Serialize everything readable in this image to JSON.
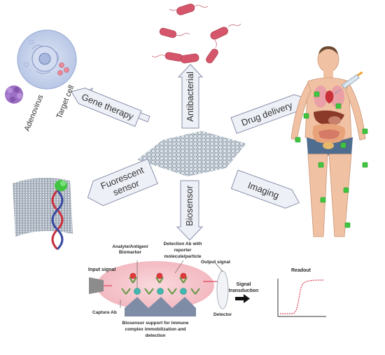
{
  "center": {
    "material": "graphene-sheet"
  },
  "applications": {
    "antibacterial": "Antibacterial",
    "gene_therapy": "Gene therapy",
    "drug_delivery": "Drug delivery",
    "fluorescent_sensor_line1": "Fuorescent",
    "fluorescent_sensor_line2": "sensor",
    "imaging": "Imaging",
    "biosensor": "Biosensor"
  },
  "gene_therapy_panel": {
    "adenovirus_label": "Adenovirus",
    "target_cell_label": "Target cell"
  },
  "biosensor_schematic": {
    "analyte_line1": "Analyte/Antigen/",
    "analyte_line2": "Biomarker",
    "detection_line1": "Detection Ab with",
    "detection_line2": "reporter",
    "detection_line3": "molecule/particle",
    "output_signal": "Output signal",
    "input_signal": "Input signal",
    "signal_transduction_line1": "Signal",
    "signal_transduction_line2": "transduction",
    "readout": "Readout",
    "capture_ab": "Capture Ab",
    "detector": "Detector",
    "support_line1": "Biosensor support for immune",
    "support_line2": "complex immobilization and",
    "support_line3": "detection"
  },
  "colors": {
    "arrow_fill": "#eef0f8",
    "arrow_stroke": "#8a90a8",
    "bacteria": "#d5566a",
    "cell": "#c7d3ec",
    "virus": "#9c6fc4",
    "skin": "#f0c2a3",
    "marker": "#3fc53f",
    "sheet": "#7a8a9a",
    "ellipse": "#f6c9cf",
    "readout_curve": "#d9455a"
  },
  "icons": [
    "graphene-sheet-icon",
    "bacteria-icon",
    "target-cell-icon",
    "adenovirus-icon",
    "human-body-icon",
    "syringe-icon",
    "dna-helix-icon",
    "fluorescent-probe-icon",
    "antibody-icon",
    "detector-icon",
    "input-source-icon",
    "readout-curve-icon",
    "arrow-right-icon"
  ]
}
